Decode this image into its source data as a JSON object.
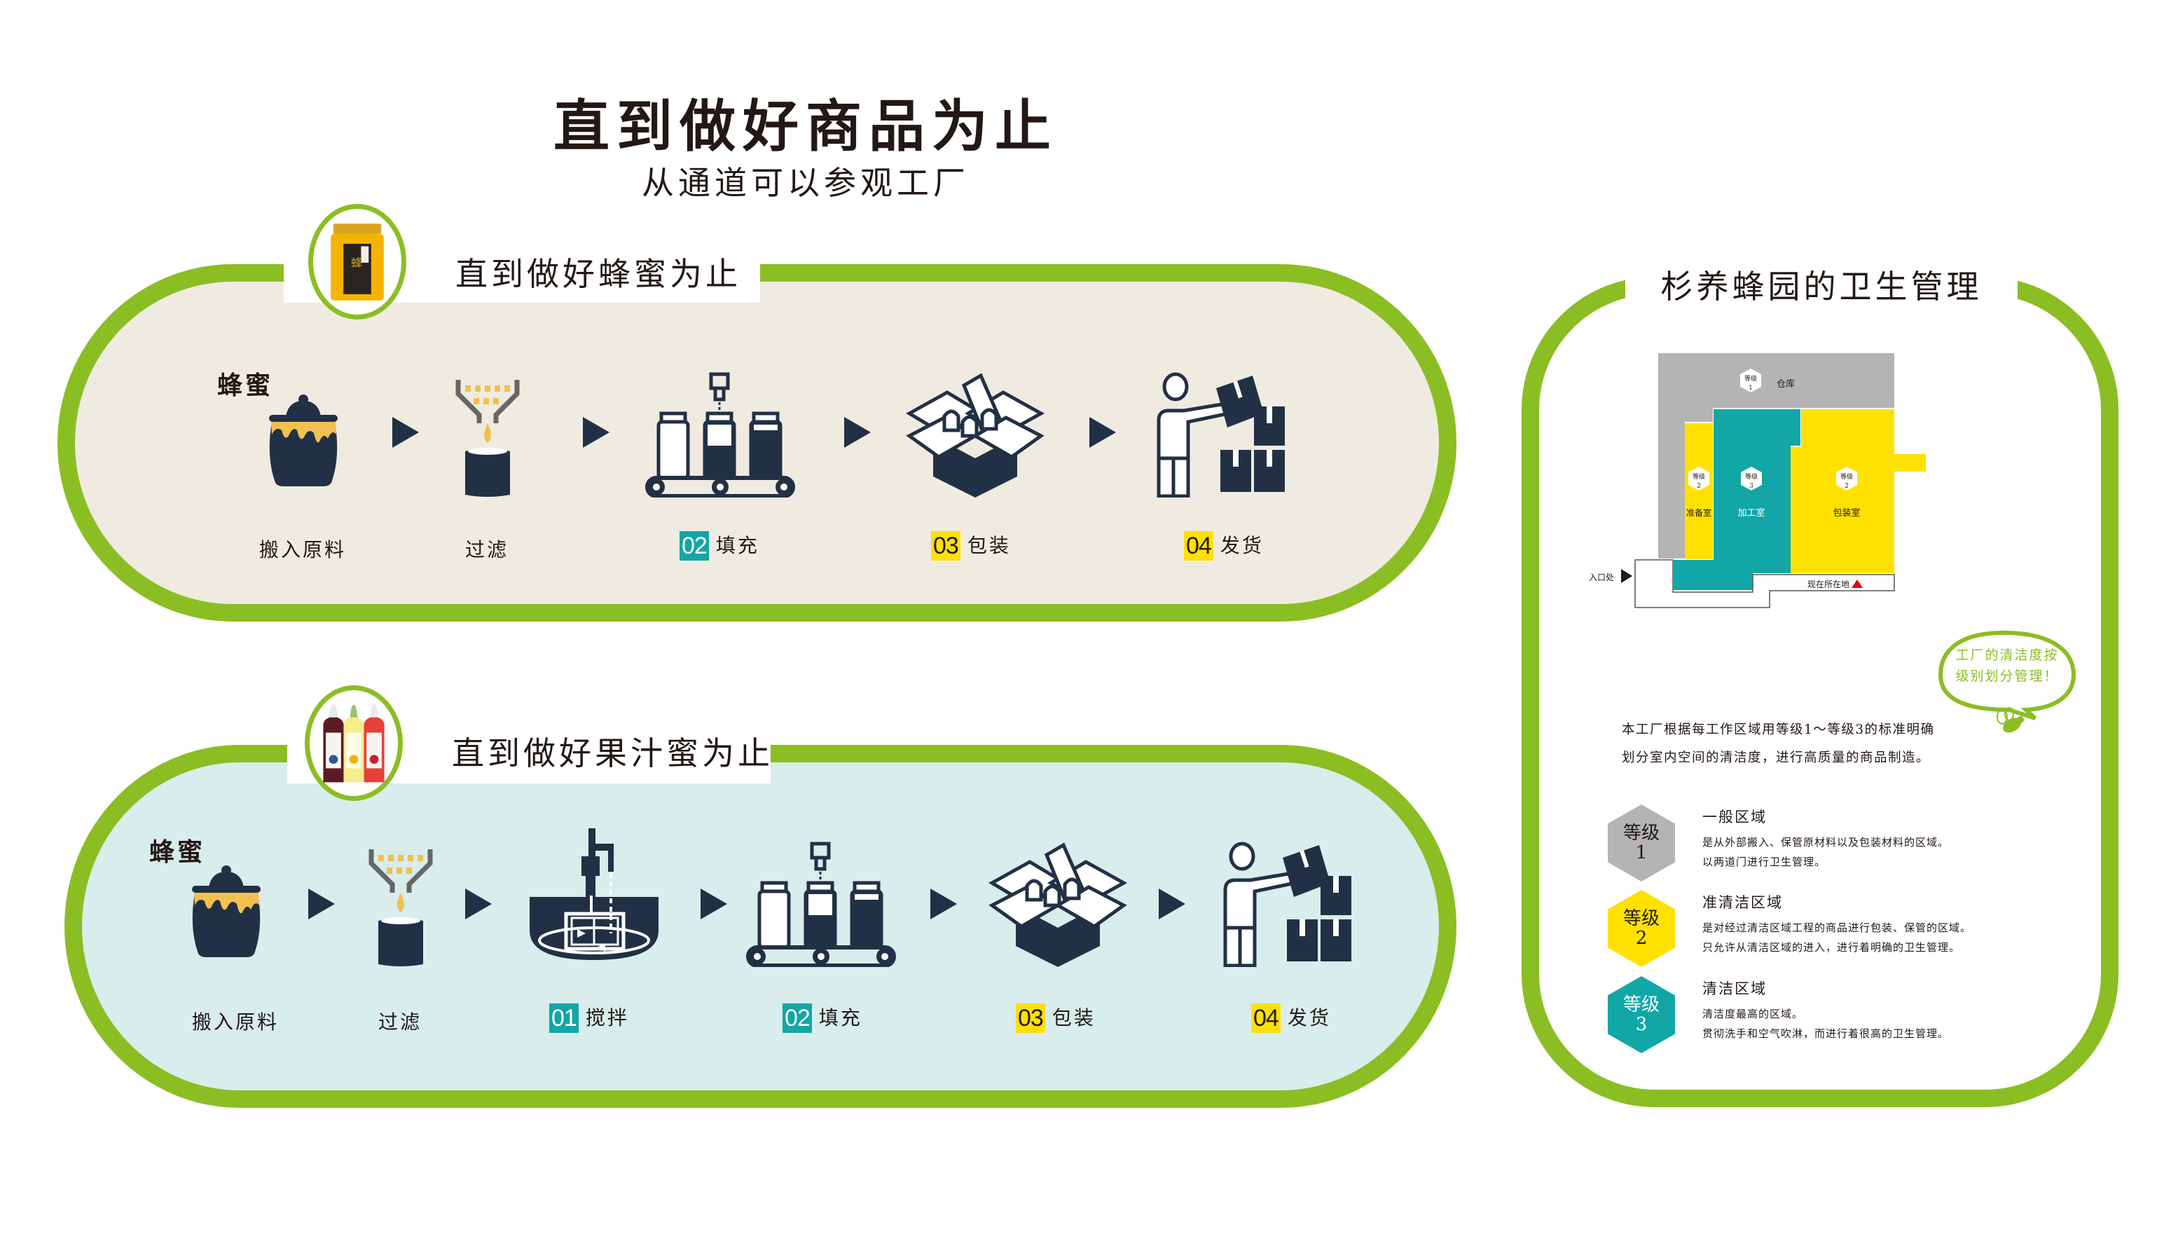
{
  "header": {
    "title": "直到做好商品为止",
    "subtitle": "从通道可以参观工厂"
  },
  "colors": {
    "frame_green": "#8bbe23",
    "icon_navy": "#223045",
    "honey_gold": "#f0c050",
    "teal": "#12a6a6",
    "yellow": "#ffe100",
    "gray": "#b4b4b4",
    "honey_panel_bg": "#f0ebe1",
    "syrup_panel_bg": "#d8edec",
    "marker_red": "#e60012"
  },
  "honey_section": {
    "title": "直到做好蜂蜜为止",
    "product_image": "honey-jar",
    "raw_material": "蜂蜜",
    "steps": [
      {
        "num": "",
        "label": "搬入原料",
        "icon": "honey-pot-icon"
      },
      {
        "num": "",
        "label": "过滤",
        "icon": "filter-icon"
      },
      {
        "num": "02",
        "label": "填充",
        "icon": "filling-conveyor-icon",
        "num_color": "teal"
      },
      {
        "num": "03",
        "label": "包装",
        "icon": "packing-box-icon",
        "num_color": "yellow"
      },
      {
        "num": "04",
        "label": "发货",
        "icon": "shipping-worker-icon",
        "num_color": "yellow"
      }
    ]
  },
  "syrup_section": {
    "title": "直到做好果汁蜜为止",
    "product_image": "fruit-syrup-bottles",
    "raw_material": "蜂蜜",
    "steps": [
      {
        "num": "",
        "label": "搬入原料",
        "icon": "honey-pot-icon"
      },
      {
        "num": "",
        "label": "过滤",
        "icon": "filter-icon"
      },
      {
        "num": "01",
        "label": "搅拌",
        "icon": "mixer-tank-icon",
        "num_color": "teal"
      },
      {
        "num": "02",
        "label": "填充",
        "icon": "filling-conveyor-icon",
        "num_color": "teal"
      },
      {
        "num": "03",
        "label": "包装",
        "icon": "packing-box-icon",
        "num_color": "yellow"
      },
      {
        "num": "04",
        "label": "发货",
        "icon": "shipping-worker-icon",
        "num_color": "yellow"
      }
    ]
  },
  "hygiene": {
    "title": "杉养蜂园的卫生管理",
    "map": {
      "rooms": [
        {
          "name": "仓库",
          "level_label": "等级",
          "level": "1"
        },
        {
          "name": "准备室",
          "level_label": "等级",
          "level": "2"
        },
        {
          "name": "加工室",
          "level_label": "等级",
          "level": "3"
        },
        {
          "name": "包装室",
          "level_label": "等级",
          "level": "2"
        }
      ],
      "entrance": "入口处",
      "current_location": "现在所在地"
    },
    "bubble": {
      "line1": "工厂的清洁度按",
      "line2": "级别划分管理！"
    },
    "intro": {
      "line1": "本工厂根据每工作区域用等级1～等级3的标准明确",
      "line2": "划分室内空间的清洁度，进行高质量的商品制造。"
    },
    "levels": [
      {
        "badge": "等级",
        "num": "1",
        "name": "一般区域",
        "desc1": "是从外部搬入、保管原材料以及包装材料的区域。",
        "desc2": "以两道门进行卫生管理。"
      },
      {
        "badge": "等级",
        "num": "2",
        "name": "准清洁区域",
        "desc1": "是对经过清洁区域工程的商品进行包装、保管的区域。",
        "desc2": "只允许从清洁区域的进入，进行着明确的卫生管理。"
      },
      {
        "badge": "等级",
        "num": "3",
        "name": "清洁区域",
        "desc1": "清洁度最高的区域。",
        "desc2": "贯彻洗手和空气吹淋，而进行着很高的卫生管理。"
      }
    ]
  }
}
